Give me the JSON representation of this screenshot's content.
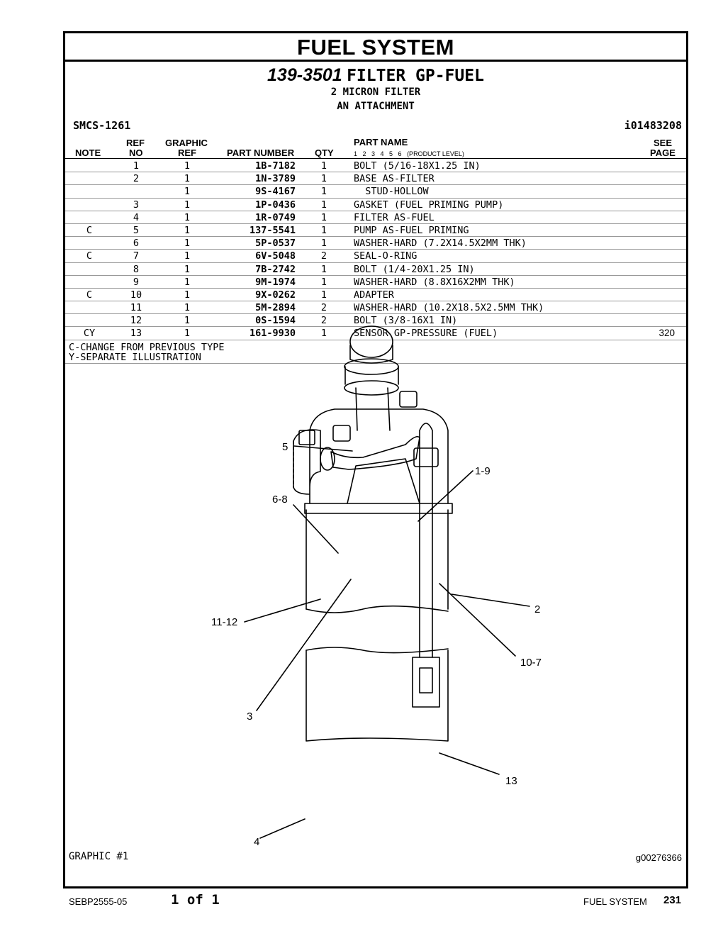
{
  "section_title": "FUEL SYSTEM",
  "group": {
    "number": "139-3501",
    "name": "FILTER GP-FUEL",
    "line1": "2 MICRON FILTER",
    "line2": "AN ATTACHMENT"
  },
  "smcs": "SMCS-1261",
  "ident": "i01483208",
  "headers": {
    "note": "NOTE",
    "ref_top": "REF",
    "ref_bottom": "NO",
    "graphic_top": "GRAPHIC",
    "graphic_bottom": "REF",
    "part_number": "PART NUMBER",
    "qty": "QTY",
    "part_name": "PART NAME",
    "levels": "1 2 3 4 5 6",
    "product_level": "(PRODUCT LEVEL)",
    "see_top": "SEE",
    "see_bottom": "PAGE"
  },
  "parts": [
    {
      "note": "",
      "ref": "1",
      "gref": "1",
      "pn": "1B-7182",
      "qty": "1",
      "name": "BOLT (5/16-18X1.25 IN)",
      "see": ""
    },
    {
      "note": "",
      "ref": "2",
      "gref": "1",
      "pn": "1N-3789",
      "qty": "1",
      "name": "BASE AS-FILTER",
      "see": ""
    },
    {
      "note": "",
      "ref": "",
      "gref": "1",
      "pn": "9S-4167",
      "qty": "1",
      "name": "  STUD-HOLLOW",
      "see": ""
    },
    {
      "note": "",
      "ref": "3",
      "gref": "1",
      "pn": "1P-0436",
      "qty": "1",
      "name": "GASKET (FUEL PRIMING PUMP)",
      "see": ""
    },
    {
      "note": "",
      "ref": "4",
      "gref": "1",
      "pn": "1R-0749",
      "qty": "1",
      "name": "FILTER AS-FUEL",
      "see": ""
    },
    {
      "note": "C",
      "ref": "5",
      "gref": "1",
      "pn": "137-5541",
      "qty": "1",
      "name": "PUMP AS-FUEL PRIMING",
      "see": ""
    },
    {
      "note": "",
      "ref": "6",
      "gref": "1",
      "pn": "5P-0537",
      "qty": "1",
      "name": "WASHER-HARD (7.2X14.5X2MM THK)",
      "see": ""
    },
    {
      "note": "C",
      "ref": "7",
      "gref": "1",
      "pn": "6V-5048",
      "qty": "2",
      "name": "SEAL-O-RING",
      "see": ""
    },
    {
      "note": "",
      "ref": "8",
      "gref": "1",
      "pn": "7B-2742",
      "qty": "1",
      "name": "BOLT (1/4-20X1.25 IN)",
      "see": ""
    },
    {
      "note": "",
      "ref": "9",
      "gref": "1",
      "pn": "9M-1974",
      "qty": "1",
      "name": "WASHER-HARD (8.8X16X2MM THK)",
      "see": ""
    },
    {
      "note": "C",
      "ref": "10",
      "gref": "1",
      "pn": "9X-0262",
      "qty": "1",
      "name": "ADAPTER",
      "see": ""
    },
    {
      "note": "",
      "ref": "11",
      "gref": "1",
      "pn": "5M-2894",
      "qty": "2",
      "name": "WASHER-HARD (10.2X18.5X2.5MM THK)",
      "see": ""
    },
    {
      "note": "",
      "ref": "12",
      "gref": "1",
      "pn": "0S-1594",
      "qty": "2",
      "name": "BOLT (3/8-16X1 IN)",
      "see": ""
    },
    {
      "note": "CY",
      "ref": "13",
      "gref": "1",
      "pn": "161-9930",
      "qty": "1",
      "name": "SENSOR GP-PRESSURE (FUEL)",
      "see": "320"
    }
  ],
  "notes": [
    "C-CHANGE FROM PREVIOUS TYPE",
    "Y-SEPARATE ILLUSTRATION"
  ],
  "callouts": {
    "c5": "5",
    "c1_9": "1-9",
    "c6_8": "6-8",
    "c11_12": "11-12",
    "c2": "2",
    "c10_7": "10-7",
    "c3": "3",
    "c13": "13",
    "c4": "4"
  },
  "graphic_label": "GRAPHIC #1",
  "graphic_id": "g00276366",
  "footer": {
    "doc": "SEBP2555-05",
    "page_of": "1 of 1",
    "section": "FUEL SYSTEM",
    "page": "231"
  }
}
